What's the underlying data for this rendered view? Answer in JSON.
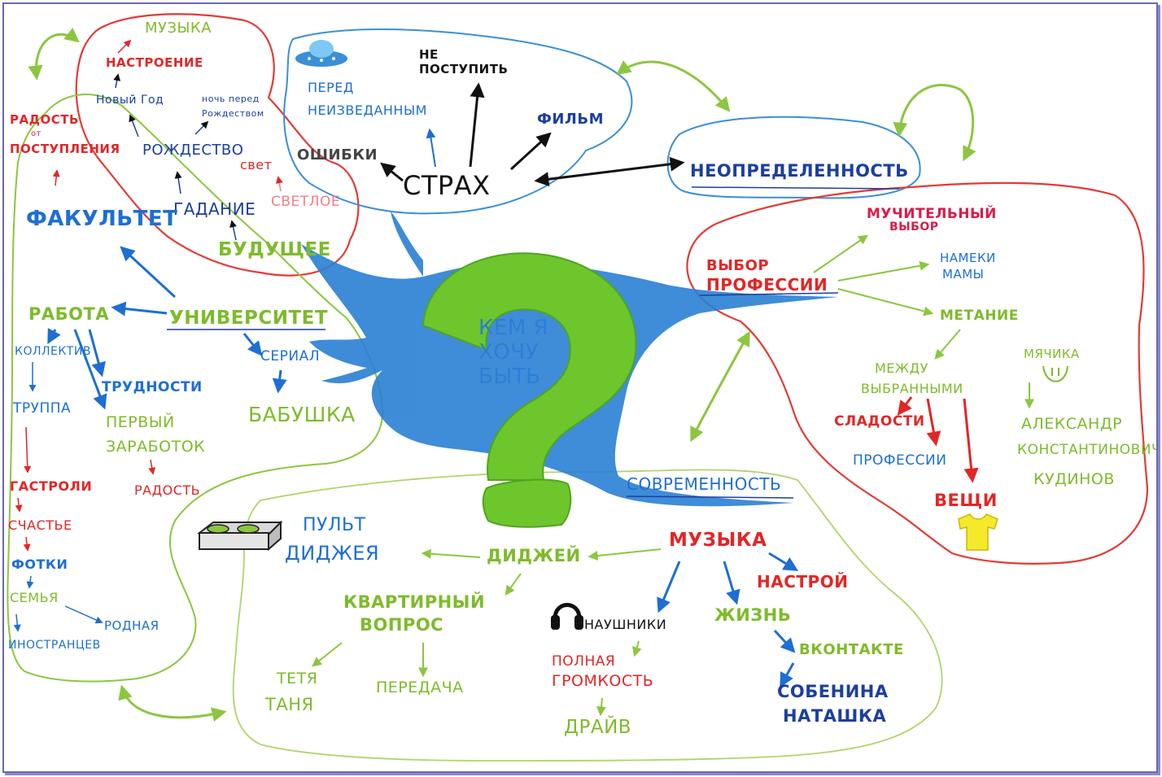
{
  "colors": {
    "red": "#e22626",
    "green": "#7dbb2b",
    "blue": "#1d6fd3",
    "navy": "#1c3f9e",
    "black": "#111111",
    "question_mark": "#6cc62c",
    "tree": "#2a7fd4",
    "frame": "#6a68b4"
  },
  "center": {
    "line1": "КЕМ Я",
    "line2": "ХОЧУ",
    "line3": "БЫТЬ"
  },
  "music_cloud": {
    "music": "МУЗЫКА",
    "mood": "НАСТРОЕНИЕ",
    "new_year": "Новый Год",
    "christmas_eve_1": "ночь перед",
    "christmas_eve_2": "Рождеством",
    "christmas": "РОЖДЕСТВО",
    "fortune_telling": "ГАДАНИЕ",
    "light": "свет",
    "bright": "СВЕТЛОЕ",
    "future": "БУДУЩЕЕ"
  },
  "fear_cloud": {
    "not_enter_1": "НЕ",
    "not_enter_2": "ПОСТУПИТЬ",
    "before_1": "ПЕРЕД",
    "before_2": "НЕИЗВЕДАННЫМ",
    "movie": "ФИЛЬМ",
    "mistakes": "ОШИБКИ",
    "fear": "СТРАХ"
  },
  "uncertainty": "НЕОПРЕДЕЛЕННОСТЬ",
  "profession_cloud": {
    "painful_1": "МУЧИТЕЛЬНЫЙ",
    "painful_2": "ВЫБОР",
    "choice_1": "ВЫБОР",
    "choice_2": "ПРОФЕССИИ",
    "hints_1": "НАМЕКИ",
    "hints_2": "МАМЫ",
    "tossing": "МЕТАНИЕ",
    "between_1": "МЕЖДУ",
    "between_2": "ВЫБРАННЫМИ",
    "sweets": "СЛАДОСТИ",
    "professions": "ПРОФЕССИИ",
    "things": "ВЕЩИ",
    "ball": "МЯЧИКА",
    "name_1": "АЛЕКСАНДР",
    "name_2": "КОНСТАНТИНОВИЧ",
    "name_3": "КУДИНОВ"
  },
  "university_cloud": {
    "joy_1": "РАДОСТЬ",
    "joy_2": "от",
    "joy_3": "ПОСТУПЛЕНИЯ",
    "faculty": "ФАКУЛЬТЕТ",
    "work": "РАБОТА",
    "university": "УНИВЕРСИТЕТ",
    "series": "СЕРИАЛ",
    "grandma": "БАБУШКА",
    "team": "КОЛЛЕКТИВ",
    "difficulties": "ТРУДНОСТИ",
    "troupe": "ТРУППА",
    "first_1": "ПЕРВЫЙ",
    "first_2": "ЗАРАБОТОК",
    "joy": "РАДОСТЬ",
    "tours": "ГАСТРОЛИ",
    "happiness": "СЧАСТЬЕ",
    "photos": "ФОТКИ",
    "family": "СЕМЬЯ",
    "native": "РОДНАЯ",
    "foreigners": "ИНОСТРАНЦЕВ"
  },
  "modern_cloud": {
    "modernity": "СОВРЕМЕННОСТЬ",
    "console_1": "ПУЛЬТ",
    "console_2": "ДИДЖЕЯ",
    "dj": "ДИДЖЕЙ",
    "music": "МУЗЫКА",
    "attitude": "НАСТРОЙ",
    "apartment_1": "КВАРТИРНЫЙ",
    "apartment_2": "ВОПРОС",
    "headphones": "НАУШНИКИ",
    "life": "ЖИЗНЬ",
    "vk": "ВКОНТАКТЕ",
    "aunt_1": "ТЕТЯ",
    "aunt_2": "ТАНЯ",
    "show": "ПЕРЕДАЧА",
    "full_1": "ПОЛНАЯ",
    "full_2": "ГРОМКОСТЬ",
    "drive": "ДРАЙВ",
    "friend_1": "СОБЕНИНА",
    "friend_2": "НАТАШКА"
  }
}
